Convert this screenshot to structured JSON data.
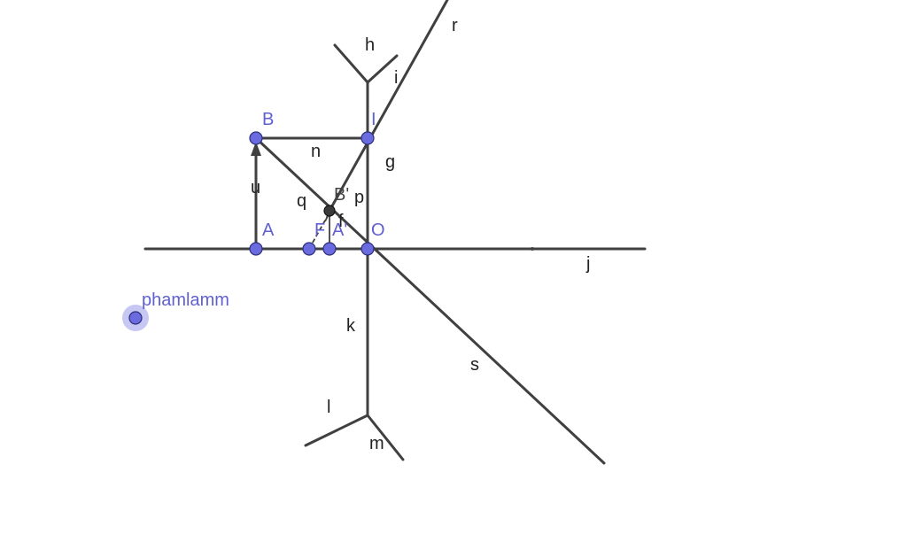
{
  "points": {
    "A": "A",
    "B": "B",
    "I": "I",
    "O": "O",
    "F": "F",
    "A_prime": "A'",
    "B_prime": "B'",
    "free_point": "phamlamm"
  },
  "line_labels": {
    "h": "h",
    "i": "i",
    "r": "r",
    "n": "n",
    "g": "g",
    "u": "u",
    "q": "q",
    "p": "p",
    "f": "f",
    "j": "j",
    "k": "k",
    "s": "s",
    "l": "l",
    "m": "m"
  },
  "colors": {
    "point_fill": "#6b6be0",
    "point_label": "#6060d0",
    "line": "#404040"
  }
}
